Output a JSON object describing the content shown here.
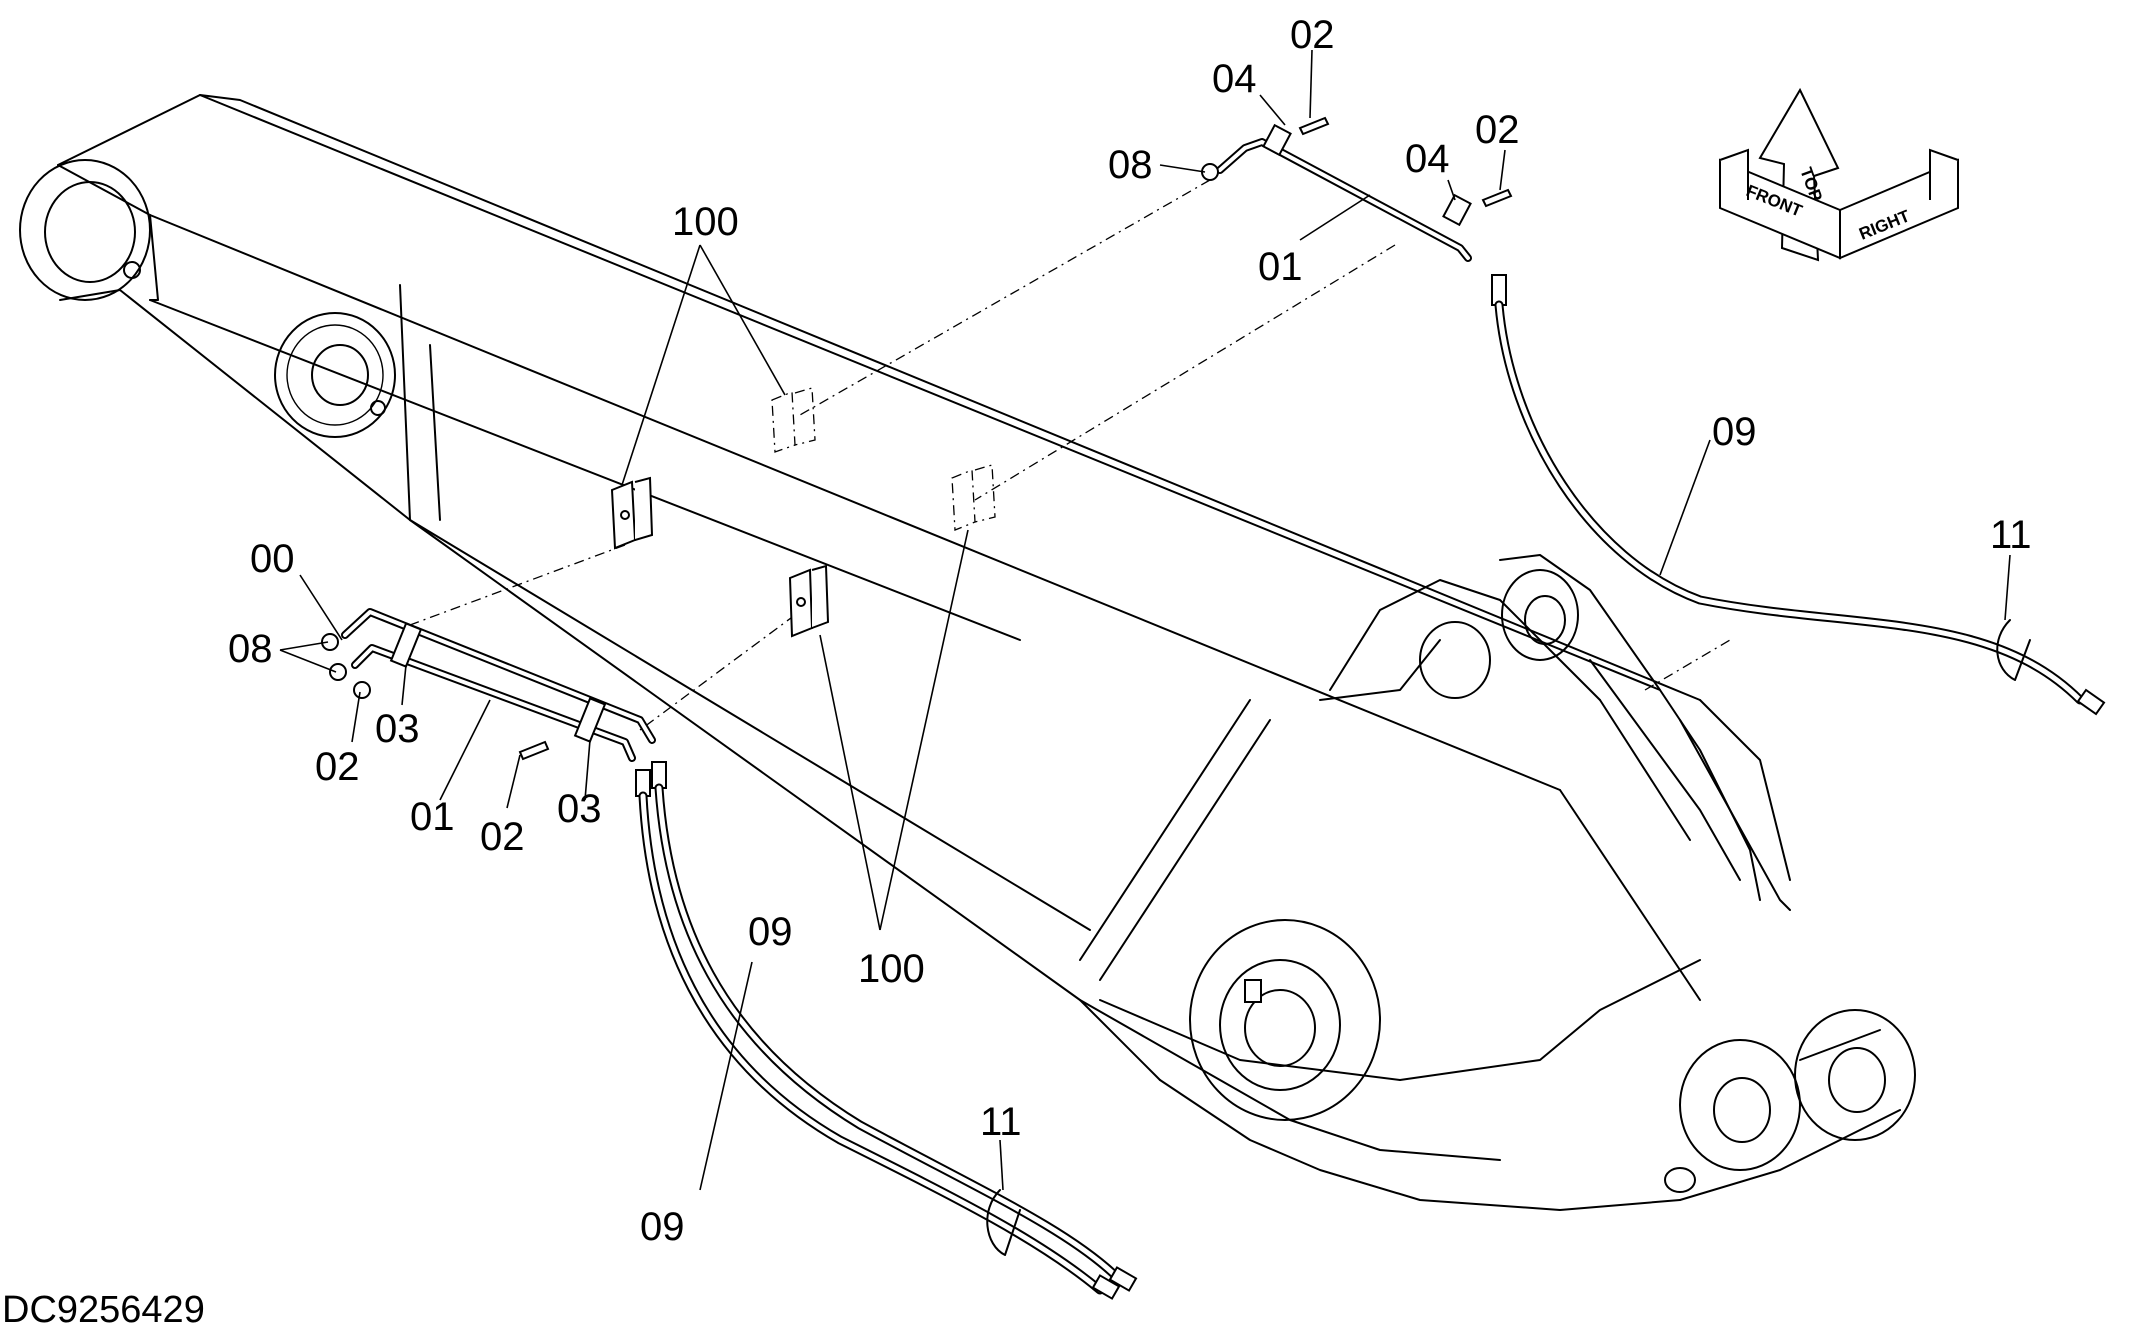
{
  "drawing_id": "DC9256429",
  "orientation": {
    "labels": [
      "FRONT",
      "TOP",
      "RIGHT"
    ]
  },
  "callouts": {
    "c00": "00",
    "c01_left": "01",
    "c01_right": "01",
    "c02_left_a": "02",
    "c02_left_b": "02",
    "c02_right_a": "02",
    "c02_right_b": "02",
    "c03_a": "03",
    "c03_b": "03",
    "c04_a": "04",
    "c04_b": "04",
    "c08_left": "08",
    "c08_right": "08",
    "c09_left_a": "09",
    "c09_left_b": "09",
    "c09_right": "09",
    "c11_left": "11",
    "c11_right": "11",
    "c100_top": "100",
    "c100_bottom": "100"
  }
}
